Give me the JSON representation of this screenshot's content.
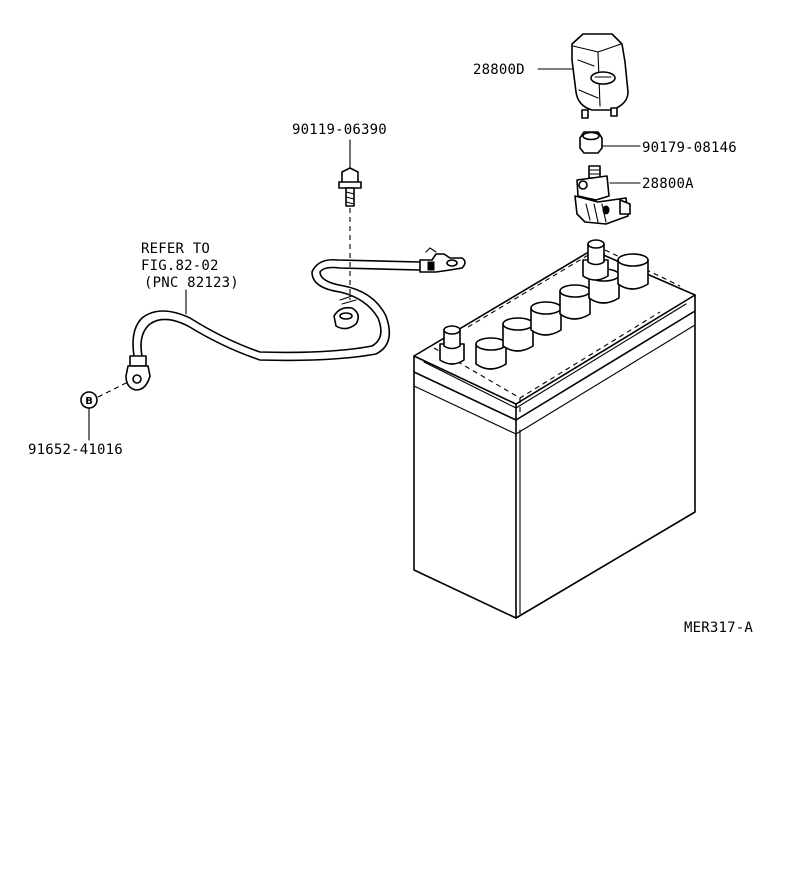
{
  "diagram": {
    "parts": [
      {
        "id": "28800D",
        "label": "28800D"
      },
      {
        "id": "90179-08146",
        "label": "90179-08146"
      },
      {
        "id": "28800A",
        "label": "28800A"
      },
      {
        "id": "90119-06390",
        "label": "90119-06390"
      },
      {
        "id": "91652-41016",
        "label": "91652-41016"
      }
    ],
    "reference_note": {
      "line1": "REFER TO",
      "line2": "FIG.82-02",
      "line3": "(PNC 82123)"
    },
    "bolt_marker": "B",
    "figure_code": "MER317-A"
  }
}
